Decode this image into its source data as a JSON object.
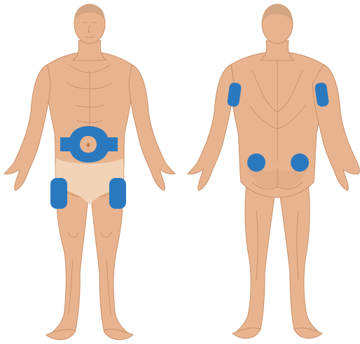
{
  "figure": {
    "views": [
      "front",
      "back"
    ]
  },
  "colors": {
    "skin": "#e8b48f",
    "skin_shadow": "#d9a07a",
    "injection_site": "#2a79bf",
    "injection_site_ring": "#3a88cc",
    "background": "#ffffff"
  },
  "injection_sites": [
    {
      "id": "abdomen",
      "view": "front",
      "label": ""
    },
    {
      "id": "left-thigh",
      "view": "front",
      "label": ""
    },
    {
      "id": "right-thigh",
      "view": "front",
      "label": ""
    },
    {
      "id": "left-upper-arm",
      "view": "back",
      "label": ""
    },
    {
      "id": "right-upper-arm",
      "view": "back",
      "label": ""
    },
    {
      "id": "left-buttock",
      "view": "back",
      "label": ""
    },
    {
      "id": "right-buttock",
      "view": "back",
      "label": ""
    }
  ]
}
